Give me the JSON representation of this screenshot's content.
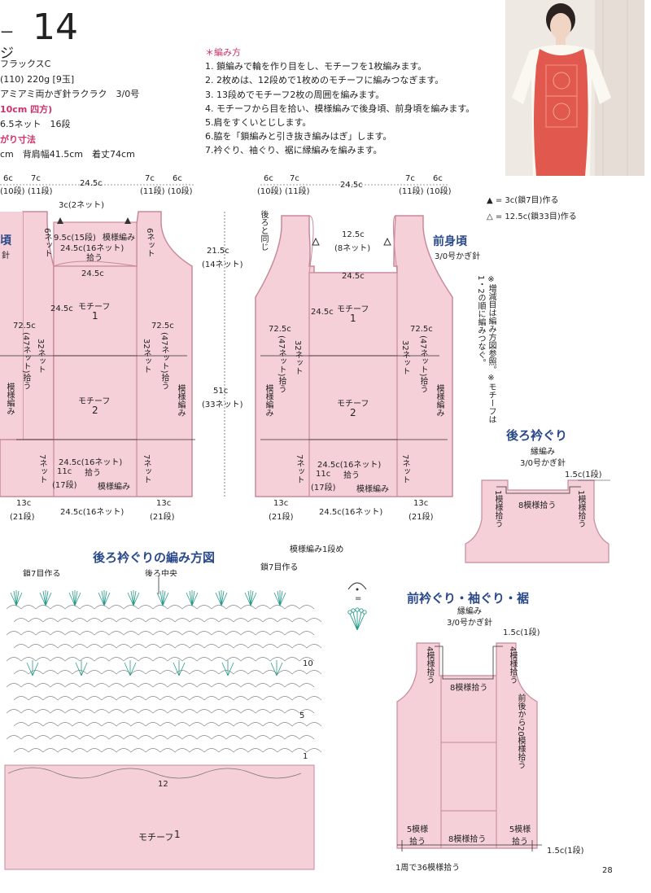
{
  "header": {
    "prefix": "ージ",
    "number": "14"
  },
  "materials": [
    {
      "text": "フラックスC",
      "red": false
    },
    {
      "text": "(110) 220g [9玉]",
      "red": false
    },
    {
      "text": "アミアミ両かぎ針ラクラク　3/0号",
      "red": false
    },
    {
      "text": "10cm 四方)",
      "red": true
    },
    {
      "text": "6.5ネット　16段",
      "red": false
    },
    {
      "text": "がり寸法",
      "red": true
    },
    {
      "text": "cm　背肩幅41.5cm　着丈74cm",
      "red": false
    }
  ],
  "instructions": {
    "title": "＊編み方",
    "steps": [
      "1. 鎖編みで輪を作り目をし、モチーフを1枚編みます。",
      "2. 2枚めは、12段めで1枚めのモチーフに編みつなぎます。",
      "3. 13段めでモチーフ2枚の周囲を編みます。",
      "4. モチーフから目を拾い、模様編みで後身頃、前身頃を編みます。",
      "5.肩をすくいとじします。",
      "6.脇を「鎖編みと引き抜き編みはぎ」します。",
      "7.衿ぐり、袖ぐり、裾に縁編みを編みます。"
    ]
  },
  "legend": {
    "tri_filled": "▲ = 3c(鎖7目)作る",
    "tri_open": "△ = 12.5c(鎖33目)作る"
  },
  "note": "※増減目は編み方図参照。※モチーフは1・2の順に編みつなぐ。",
  "back_body": {
    "title": "頃",
    "sub": "針",
    "top_dims": [
      "6c",
      "(10段)",
      "7c",
      "(11段)",
      "24.5c",
      "7c",
      "(11段)",
      "6c",
      "(10段)"
    ],
    "neck": "3c(2ネット)",
    "shoulder_l": "6ネット",
    "shoulder_r": "6ネット",
    "neck_w": "9.5c(15段)",
    "pattern": "模様編み",
    "pick": "24.5c(16ネット)",
    "pick2": "拾う",
    "mid": "24.5c",
    "side": "24.5c",
    "motif1": "モチーフ",
    "motif1n": "1",
    "motif2": "モチーフ",
    "motif2n": "2",
    "side_l": "72.5c",
    "side_ln": "(47ネット)拾う",
    "side_r": "72.5c",
    "side_rn": "(47ネット)拾う",
    "n32l": "32ネット",
    "n32r": "32ネット",
    "pat_l": "模様編み",
    "pat_r": "模様編み",
    "bottom_pick": "24.5c(16ネット)",
    "bottom_pick2": "拾う",
    "b11c": "11c",
    "b17": "(17段)",
    "n7l": "7ネット",
    "n7r": "7ネット",
    "bottom_pat": "模様編み",
    "bottom_dims": [
      "13c",
      "(21段)",
      "24.5c(16ネット)",
      "13c",
      "(21段)"
    ]
  },
  "center_dims": {
    "a": "21.5c",
    "an": "(14ネット)",
    "b": "51c",
    "bn": "(33ネット)"
  },
  "front_body": {
    "title": "前身頃",
    "sub": "3/0号かぎ針",
    "top_dims": [
      "6c",
      "(10段)",
      "7c",
      "(11段)",
      "24.5c",
      "7c",
      "(11段)",
      "6c",
      "(10段)"
    ],
    "same": "後ろと同じ",
    "neck": "12.5c",
    "neckn": "(8ネット)",
    "mid": "24.5c",
    "side": "24.5c",
    "motif1": "モチーフ",
    "motif1n": "1",
    "motif2": "モチーフ",
    "motif2n": "2",
    "side_l": "72.5c",
    "side_ln": "(47ネット)拾う",
    "side_r": "72.5c",
    "side_rn": "(47ネット)拾う",
    "n32l": "32ネット",
    "n32r": "32ネット",
    "pat_l": "模様編み",
    "pat_r": "模様編み",
    "bottom_pick": "24.5c(16ネット)",
    "bottom_pick2": "拾う",
    "b11c": "11c",
    "b17": "(17段)",
    "n7l": "7ネット",
    "n7r": "7ネット",
    "bottom_pat": "模様編み",
    "bottom_dims": [
      "13c",
      "(21段)",
      "24.5c(16ネット)",
      "13c",
      "(21段)"
    ]
  },
  "back_neck": {
    "title": "後ろ衿ぐり",
    "sub1": "縁編み",
    "sub2": "3/0号かぎ針",
    "dim": "1.5c(1段)",
    "left": "1模様拾う",
    "right": "1模様拾う",
    "center": "8模様拾う"
  },
  "chart": {
    "title": "後ろ衿ぐりの編み方図",
    "chain_l": "鎖7目作る",
    "center": "後ろ中央",
    "chain_r": "鎖7目作る",
    "pat1": "模様編み1段め",
    "motif": "モチーフ",
    "motifn": "1",
    "r10": "10",
    "r5": "5",
    "r1": "1",
    "r12": "12",
    "eq": "="
  },
  "front_neck": {
    "title": "前衿ぐり・袖ぐり・裾",
    "sub1": "縁編み",
    "sub2": "3/0号かぎ針",
    "dim_top": "1.5c(1段)",
    "left4": "4模様拾う",
    "right4": "4模様拾う",
    "center": "8模様拾う",
    "side20": "前後から20模様拾う",
    "b5l": "5模様拾う",
    "b8": "8模様拾う",
    "b5r": "5模様拾う",
    "dim_bottom": "1.5c(1段)",
    "total": "1周で36模様拾う"
  },
  "page_number": "28",
  "colors": {
    "pink": "#f5d0d8",
    "pink_line": "#c8899a",
    "red": "#d0306a",
    "blue": "#2b4a8a"
  }
}
